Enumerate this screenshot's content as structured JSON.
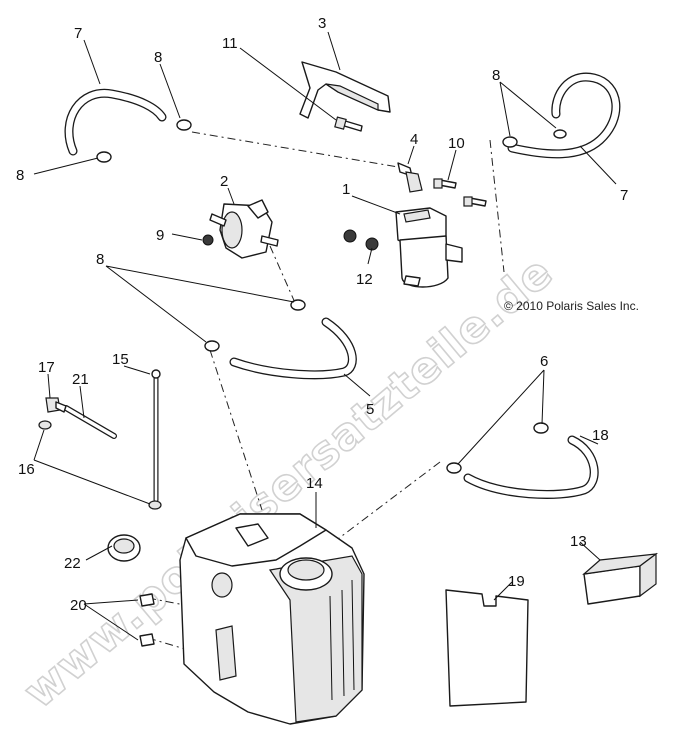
{
  "watermark": "www.polarisersatzteile.de",
  "copyright": "© 2010 Polaris Sales Inc.",
  "callouts": [
    "7",
    "8",
    "8",
    "11",
    "3",
    "8",
    "7",
    "4",
    "10",
    "2",
    "1",
    "9",
    "12",
    "8",
    "5",
    "17",
    "21",
    "15",
    "16",
    "6",
    "18",
    "14",
    "22",
    "13",
    "20",
    "19"
  ]
}
